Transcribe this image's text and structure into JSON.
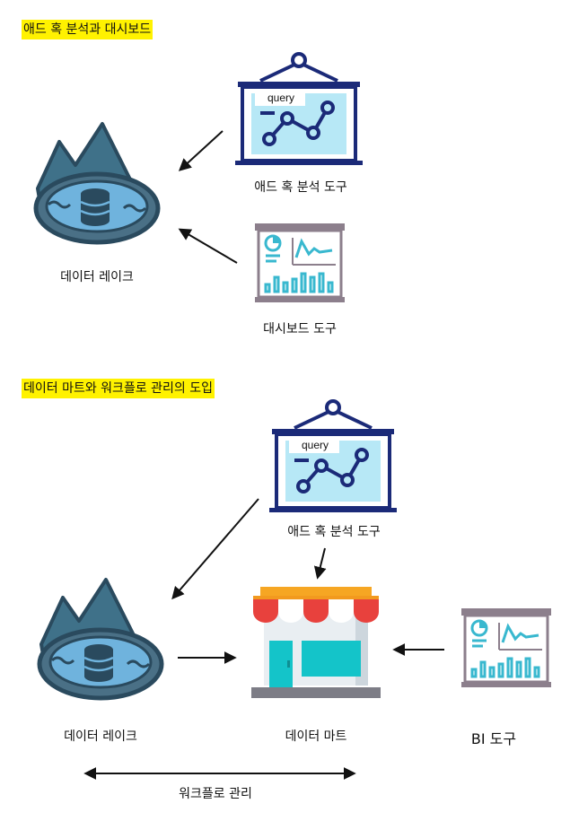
{
  "sections": [
    {
      "heading": "애드 혹 분석과 대시보드",
      "nodes": {
        "adhoc": {
          "label": "애드 혹 분석 도구",
          "badge": "query",
          "icon": "query-chart-board-icon"
        },
        "lake": {
          "label": "데이터 레이크",
          "icon": "data-lake-icon"
        },
        "dashboard": {
          "label": "대시보드 도구",
          "icon": "dashboard-board-icon"
        }
      }
    },
    {
      "heading": "데이터 마트와 워크플로 관리의 도입",
      "nodes": {
        "adhoc": {
          "label": "애드 혹 분석 도구",
          "badge": "query",
          "icon": "query-chart-board-icon"
        },
        "lake": {
          "label": "데이터 레이크",
          "icon": "data-lake-icon"
        },
        "mart": {
          "label": "데이터 마트",
          "icon": "storefront-icon"
        },
        "bi": {
          "label": "BI 도구",
          "icon": "dashboard-board-icon"
        }
      },
      "workflow_label": "워크플로 관리"
    }
  ],
  "colors": {
    "heading_highlight": "#fff200",
    "board_navy": "#1b2a78",
    "board_fill": "#b7e8f6",
    "dashboard_frame": "#8c7f8c",
    "dashboard_teal": "#39b8cf",
    "lake_dark": "#2a4a5e",
    "lake_mountain": "#3f7189",
    "lake_water": "#6fb3dd",
    "awning_red": "#e8413d",
    "awning_orange": "#f6a623",
    "store_teal": "#14c4c9"
  }
}
